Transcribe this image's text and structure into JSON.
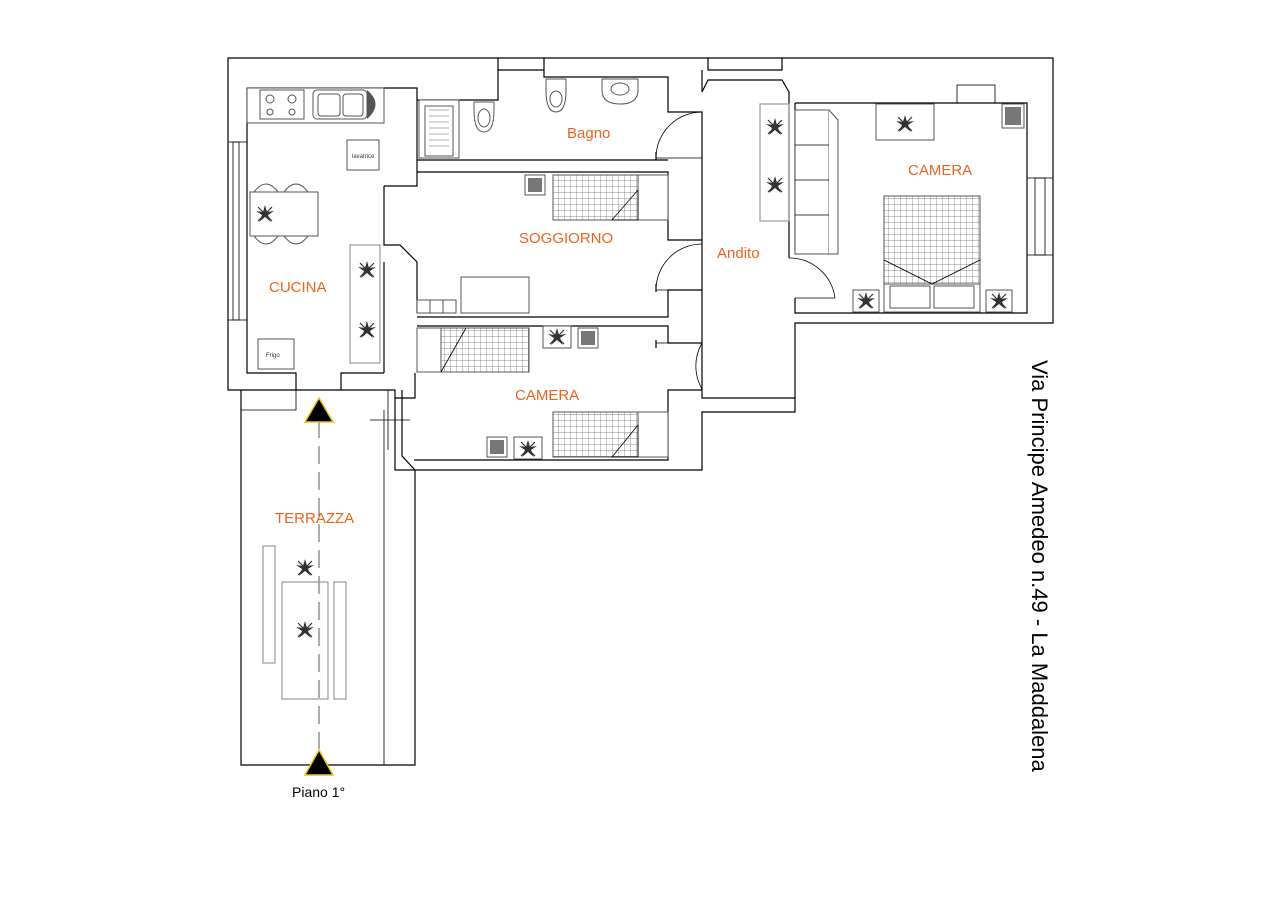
{
  "rooms": {
    "bagno": "Bagno",
    "soggiorno": "SOGGIORNO",
    "cucina": "CUCINA",
    "andito": "Andito",
    "camera_right": "CAMERA",
    "camera_bottom": "CAMERA",
    "terrazza": "TERRAZZA"
  },
  "appliances": {
    "lavatrice": "lavatrice",
    "frigo": "Frigo"
  },
  "floor_label": "Piano 1°",
  "address": "Via Principe Amedeo  n.49 - La Maddalena",
  "colors": {
    "room_label": "#e8641e",
    "walls": "#000000",
    "furniture": "#555555",
    "background": "#ffffff"
  },
  "icons": [
    "plant-icon",
    "section-arrow-icon"
  ]
}
